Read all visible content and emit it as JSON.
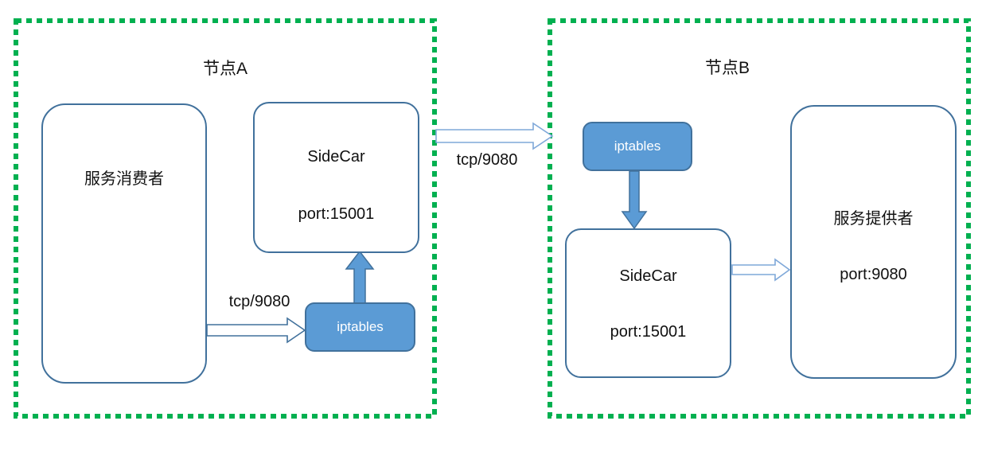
{
  "diagram": {
    "node_a": {
      "title": "节点A",
      "consumer_label": "服务消费者",
      "sidecar": {
        "line1": "SideCar",
        "line2": "port:15001"
      },
      "iptables_label": "iptables",
      "tcp_label": "tcp/9080"
    },
    "link_label": "tcp/9080",
    "node_b": {
      "title": "节点B",
      "iptables_label": "iptables",
      "sidecar": {
        "line1": "SideCar",
        "line2": "port:15001"
      },
      "provider": {
        "line1": "服务提供者",
        "line2": "port:9080"
      }
    },
    "colors": {
      "dashed_border_green": "#00B050",
      "fill_blue": "#5B9BD5",
      "border_blue": "#41719C"
    }
  }
}
